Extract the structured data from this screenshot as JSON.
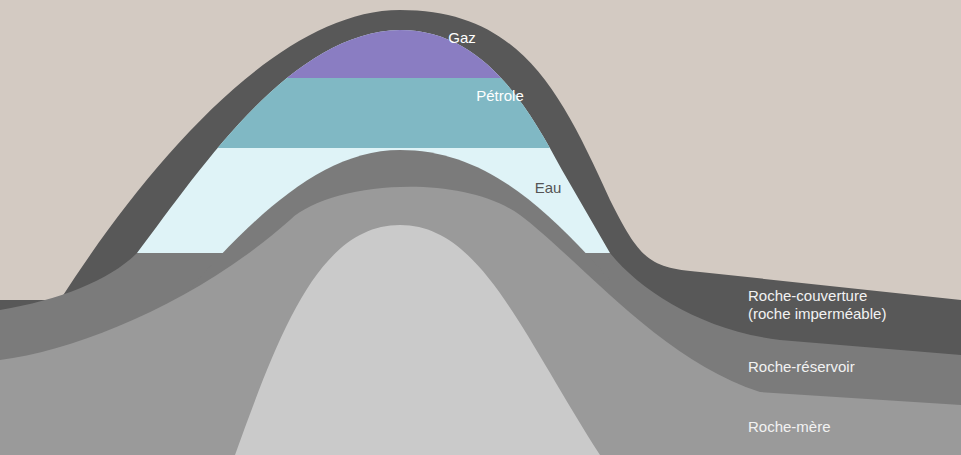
{
  "diagram": {
    "nodes": [
      {
        "text": [
          "Gaz"
        ]
      },
      {
        "text": [
          "Pétrole"
        ]
      },
      {
        "text": [
          "Eau"
        ]
      },
      {
        "text": [
          "Roche-couverture (roche imperméable)"
        ]
      },
      {
        "text": [
          "Roche-réservoir"
        ]
      },
      {
        "text": [
          "Roche-mère"
        ]
      }
    ]
  }
}
